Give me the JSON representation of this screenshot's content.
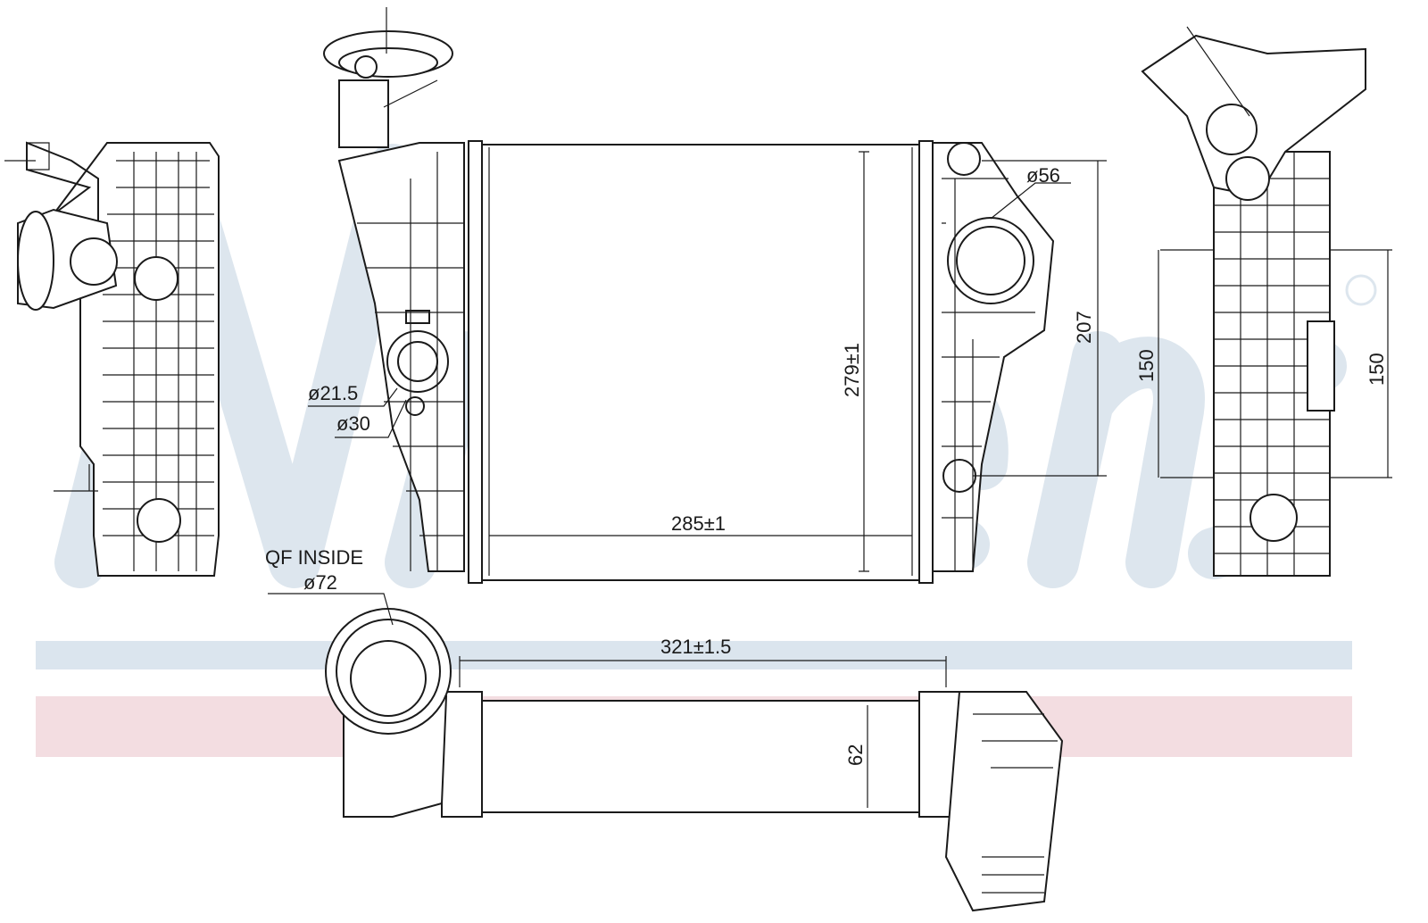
{
  "watermark": {
    "brand": "Nissens",
    "registered_mark": "®"
  },
  "colors": {
    "watermark_blue": "#dde6ee",
    "band_blue": "#dbe5ee",
    "band_pink": "#f3dde1",
    "line": "#1a1a1a"
  },
  "dimensions": {
    "inlet_right_diameter": "ø56",
    "right_port_spacing": "207",
    "core_height": "279±1",
    "core_width": "285±1",
    "sensor_hole_diameter": "ø21.5",
    "sensor_boss_diameter": "ø30",
    "side_view_left_spacing": "150",
    "side_view_right_spacing": "150",
    "qf_label": "QF INSIDE",
    "inlet_left_diameter": "ø72",
    "overall_length": "321±1.5",
    "core_thickness": "62"
  }
}
